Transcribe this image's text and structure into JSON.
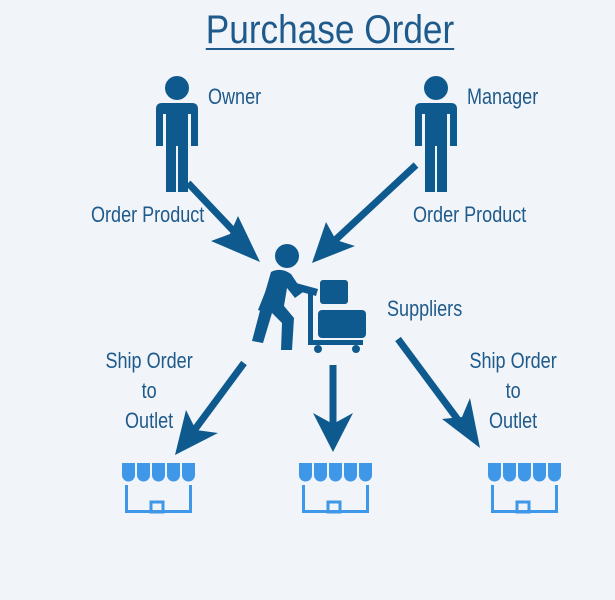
{
  "title": "Purchase Order",
  "nodes": {
    "owner": {
      "label": "Owner"
    },
    "manager": {
      "label": "Manager"
    },
    "suppliers": {
      "label": "Suppliers"
    }
  },
  "edges": {
    "owner_to_suppliers": "Order Product",
    "manager_to_suppliers": "Order Product",
    "ship_left": [
      "Ship Order",
      "to",
      "Outlet"
    ],
    "ship_right": [
      "Ship Order",
      "to",
      "Outlet"
    ]
  },
  "colors": {
    "primary": "#0e5a8e",
    "outlet": "#3f97e8",
    "background": "#f1f4f8"
  },
  "icons": [
    "person-icon",
    "delivery-worker-icon",
    "storefront-icon"
  ]
}
